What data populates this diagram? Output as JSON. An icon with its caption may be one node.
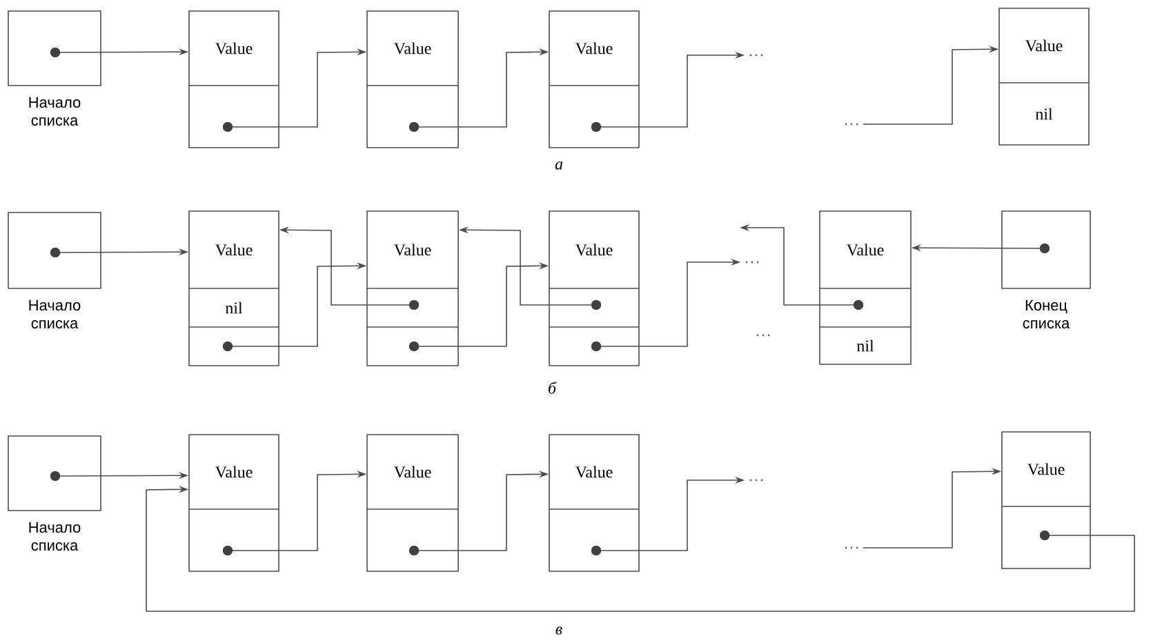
{
  "diagram": {
    "nodes": [
      {
        "text": [],
        "shape": "box",
        "beside": [
          "Начало списка"
        ]
      },
      {
        "text": [
          "Value"
        ]
      },
      {
        "text": [
          "Value"
        ]
      },
      {
        "text": [
          "Value"
        ]
      },
      {
        "text": [
          "…"
        ]
      },
      {
        "text": [
          "…"
        ]
      },
      {
        "text": [
          "Value",
          "nil"
        ]
      },
      {
        "text": [],
        "shape": "box",
        "beside": [
          "Начало списка"
        ]
      },
      {
        "text": [
          "Value",
          "nil"
        ]
      },
      {
        "text": [
          "Value"
        ]
      },
      {
        "text": [
          "Value"
        ]
      },
      {
        "text": [
          "…"
        ]
      },
      {
        "text": [
          "Value",
          "nil"
        ]
      },
      {
        "text": [],
        "shape": "box",
        "beside": [
          "Конец списка"
        ]
      },
      {
        "text": [],
        "shape": "box",
        "beside": [
          "Начало списка"
        ]
      },
      {
        "text": [
          "Value"
        ]
      },
      {
        "text": [
          "Value"
        ]
      },
      {
        "text": [
          "Value"
        ]
      },
      {
        "text": [
          "…"
        ]
      },
      {
        "text": [
          "…"
        ]
      },
      {
        "text": [
          "Value"
        ]
      }
    ],
    "edges": [
      {
        "from": 0,
        "to": 1,
        "arrow": "to"
      },
      {
        "from": 1,
        "to": 2,
        "arrow": "to"
      },
      {
        "from": 2,
        "to": 3,
        "arrow": "to"
      },
      {
        "from": 3,
        "to": 4,
        "arrow": "to"
      },
      {
        "from": 5,
        "to": 6,
        "arrow": "to"
      },
      {
        "from": 7,
        "to": 8,
        "arrow": "to"
      },
      {
        "from": 8,
        "to": 9,
        "arrow": "to"
      },
      {
        "from": 9,
        "to": 8,
        "arrow": "to"
      },
      {
        "from": 9,
        "to": 10,
        "arrow": "to"
      },
      {
        "from": 10,
        "to": 9,
        "arrow": "to"
      },
      {
        "from": 10,
        "to": 11,
        "arrow": "to"
      },
      {
        "from": 12,
        "to": null,
        "arrow": "to"
      },
      {
        "from": 13,
        "to": 12,
        "arrow": "to"
      },
      {
        "from": 14,
        "to": 15,
        "arrow": "to"
      },
      {
        "from": 15,
        "to": 16,
        "arrow": "to"
      },
      {
        "from": 16,
        "to": 17,
        "arrow": "to"
      },
      {
        "from": 17,
        "to": 18,
        "arrow": "to"
      },
      {
        "from": 19,
        "to": 20,
        "arrow": "to"
      },
      {
        "from": 20,
        "to": 15,
        "arrow": "to"
      }
    ],
    "labels": [
      "а",
      "…",
      "б",
      "в"
    ]
  }
}
